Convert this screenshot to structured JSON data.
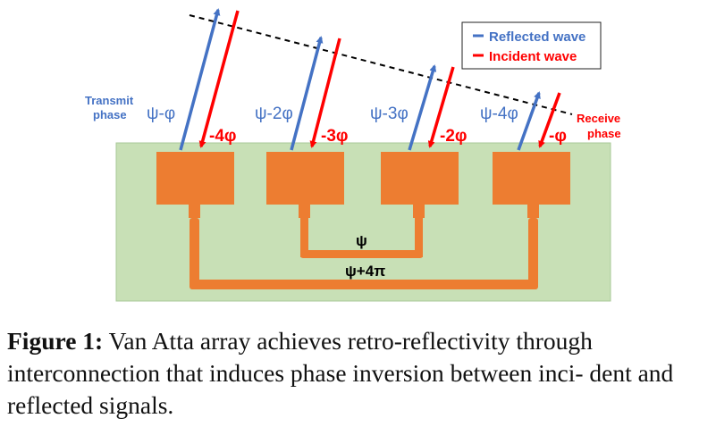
{
  "legend": {
    "reflected": {
      "label": "Reflected wave",
      "color": "#4472c4"
    },
    "incident": {
      "label": "Incident wave",
      "color": "#ff0000"
    }
  },
  "labels": {
    "transmit_line1": "Transmit",
    "transmit_line2": "phase",
    "receive_line1": "Receive",
    "receive_line2": "phase",
    "inner_line_phase": "ψ",
    "outer_line_phase": "ψ+4π"
  },
  "elements": [
    {
      "transmit_phase": "ψ-φ",
      "receive_phase": "-4φ"
    },
    {
      "transmit_phase": "ψ-2φ",
      "receive_phase": "-3φ"
    },
    {
      "transmit_phase": "ψ-3φ",
      "receive_phase": "-2φ"
    },
    {
      "transmit_phase": "ψ-4φ",
      "receive_phase": "-φ"
    }
  ],
  "colors": {
    "substrate": "#c8e0b6",
    "patch": "#ed7d31",
    "transmit_text": "#4472c4",
    "receive_text": "#ff0000"
  },
  "caption": {
    "label": "Figure 1:",
    "text": " Van Atta array achieves retro-reflectivity through interconnection that induces phase inversion between inci- dent and reflected signals."
  }
}
